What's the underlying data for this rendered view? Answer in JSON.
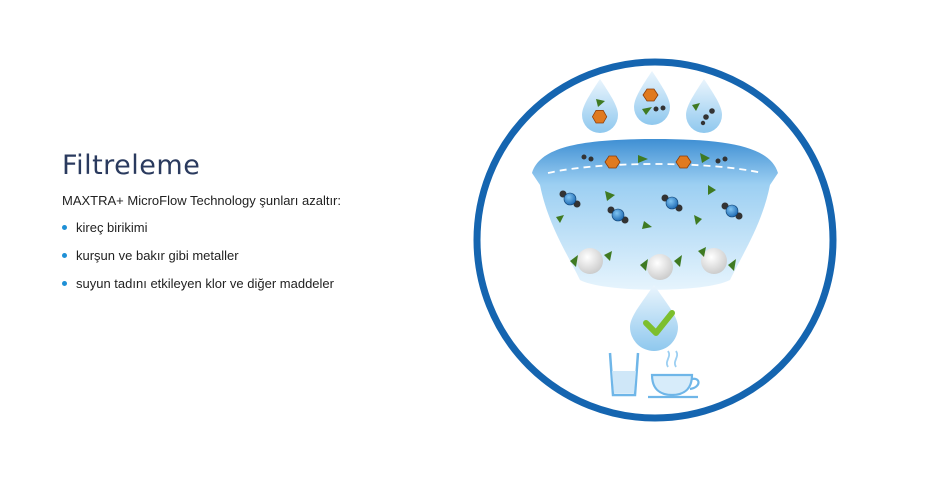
{
  "section": {
    "title": "Filtreleme",
    "intro": "MAXTRA+ MicroFlow Technology şunları azaltır:",
    "features": [
      {
        "label": "kireç birikimi"
      },
      {
        "label": "kurşun ve bakır gibi metaller"
      },
      {
        "label": "suyun tadını etkileyen klor ve diğer maddeler"
      }
    ]
  },
  "illustration": {
    "icon": "water-filtration-diagram",
    "colors": {
      "ring": "#1565b0",
      "water_light": "#d7ecfa",
      "water_mid": "#a9d4f2",
      "hexagon": "#e07a1f",
      "triangle": "#3f7a22",
      "checkmark": "#7dbf2e",
      "pellet": "#e3e3e3"
    }
  }
}
